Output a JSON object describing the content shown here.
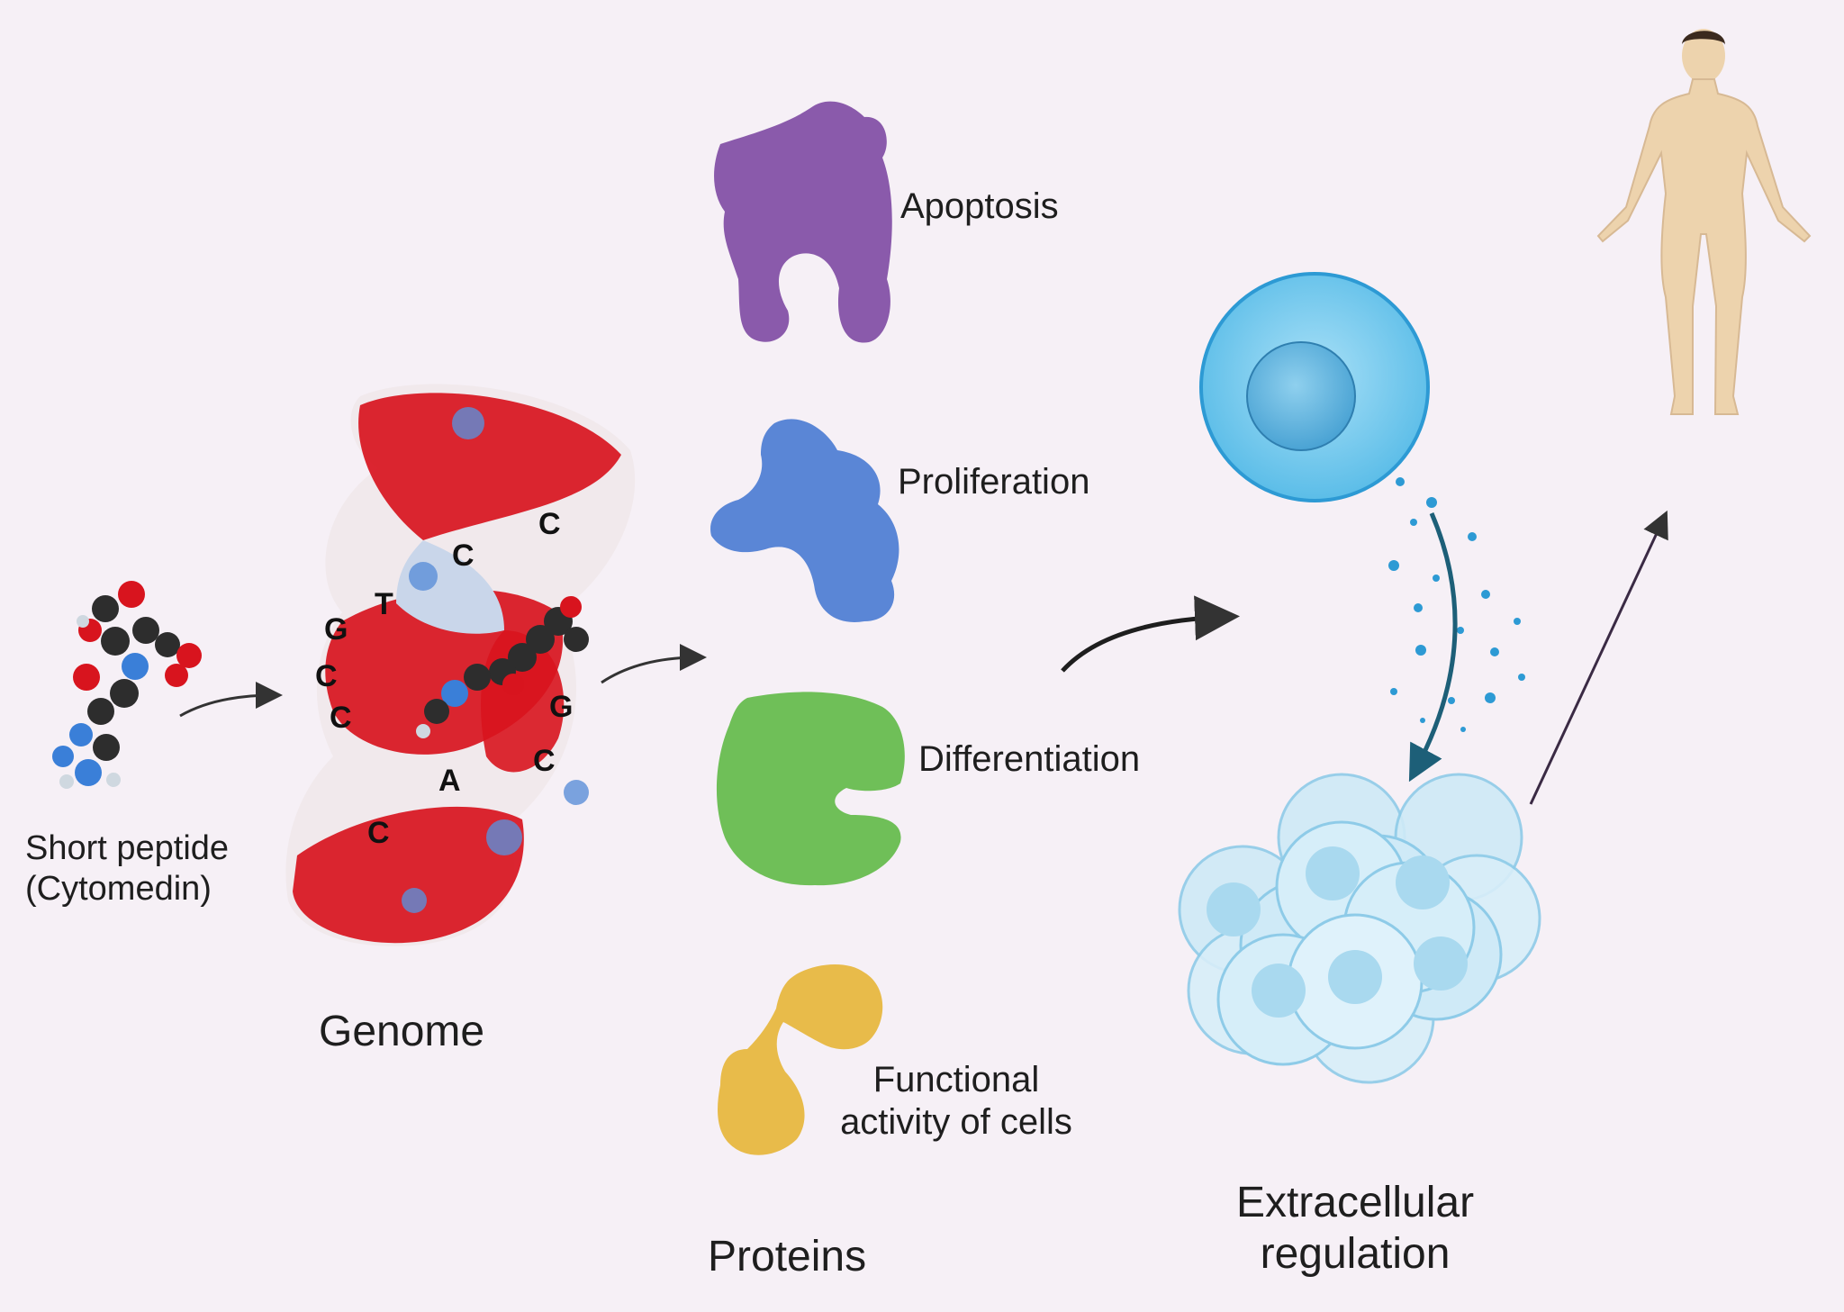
{
  "labels": {
    "peptide_line1": "Short peptide",
    "peptide_line2": "(Cytomedin)",
    "genome": "Genome",
    "apoptosis": "Apoptosis",
    "proliferation": "Proliferation",
    "differentiation": "Differentiation",
    "functional_line1": "Functional",
    "functional_line2": "activity of cells",
    "proteins": "Proteins",
    "extracellular_line1": "Extracellular",
    "extracellular_line2": "regulation"
  },
  "dna_letters": [
    "C",
    "C",
    "T",
    "G",
    "C",
    "C",
    "G",
    "C",
    "A",
    "C"
  ],
  "colors": {
    "background": "#f6f0f6",
    "apoptosis_protein": "#8a5aab",
    "proliferation_protein": "#5a86d6",
    "differentiation_protein": "#6fbf58",
    "functional_protein": "#e8bb4a",
    "dna_red": "#d8141e",
    "cell_blue": "#7fcdef",
    "human_skin": "#edd3ad",
    "arrow": "#1e1e1e"
  },
  "icons": [
    "peptide-molecule",
    "dna-helix",
    "protein-blob",
    "cell",
    "cell-cluster",
    "human-figure",
    "arrow"
  ]
}
